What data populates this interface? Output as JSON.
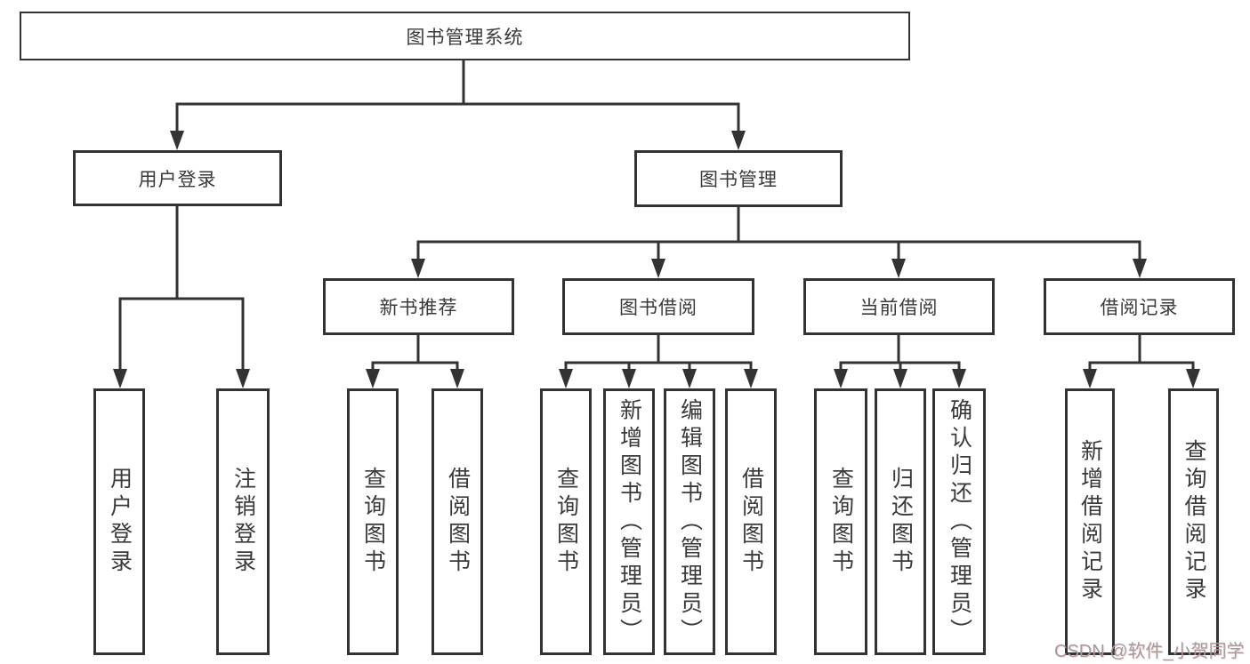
{
  "tree": {
    "root": {
      "label": "图书管理系统"
    },
    "level2": [
      {
        "label": "用户登录"
      },
      {
        "label": "图书管理"
      }
    ],
    "level3": [
      {
        "label": "新书推荐"
      },
      {
        "label": "图书借阅"
      },
      {
        "label": "当前借阅"
      },
      {
        "label": "借阅记录"
      }
    ],
    "leaves": {
      "user_login": [
        {
          "label": "用户登录"
        },
        {
          "label": "注销登录"
        }
      ],
      "new_book": [
        {
          "label": "查询图书"
        },
        {
          "label": "借阅图书"
        }
      ],
      "borrowing": [
        {
          "label": "查询图书"
        },
        {
          "label": "新增图书（管理员）"
        },
        {
          "label": "编辑图书（管理员）"
        },
        {
          "label": "借阅图书"
        }
      ],
      "current": [
        {
          "label": "查询图书"
        },
        {
          "label": "归还图书"
        },
        {
          "label": "确认归还（管理员）"
        }
      ],
      "records": [
        {
          "label": "新增借阅记录"
        },
        {
          "label": "查询借阅记录"
        }
      ]
    }
  },
  "watermark": {
    "text": "CSDN @软件_小贺同学"
  },
  "colors": {
    "line": "#333333",
    "text": "#3a3a3a",
    "background": "#ffffff",
    "watermark": "#9e9e9e"
  }
}
